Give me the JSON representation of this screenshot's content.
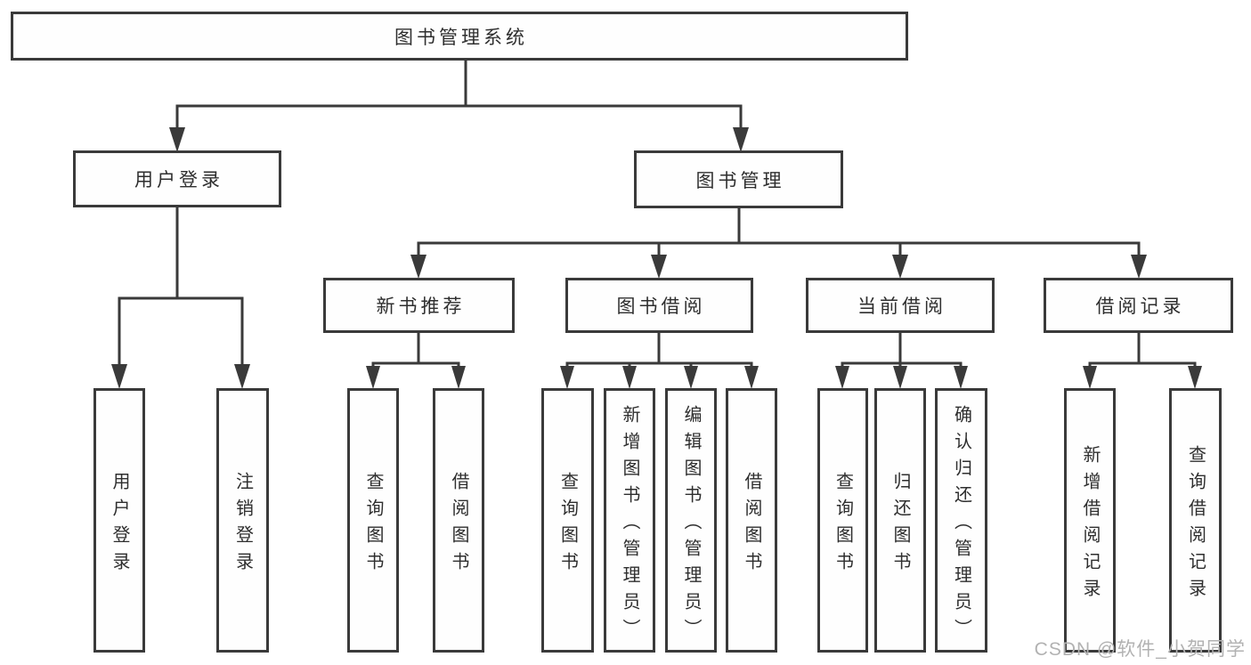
{
  "diagram": {
    "title_node": "图书管理系统",
    "level1": {
      "user_login": "用户登录",
      "book_management": "图书管理"
    },
    "level2": {
      "new_book_recommend": "新书推荐",
      "book_borrow": "图书借阅",
      "current_borrow": "当前借阅",
      "borrow_records": "借阅记录"
    },
    "login_children": [
      "用户登录",
      "注销登录"
    ],
    "recommend_children": [
      "查询图书",
      "借阅图书"
    ],
    "borrow_children": [
      "查询图书",
      "新增图书（管理员）",
      "编辑图书（管理员）",
      "借阅图书"
    ],
    "current_children": [
      "查询图书",
      "归还图书",
      "确认归还（管理员）"
    ],
    "record_children": [
      "新增借阅记录",
      "查询借阅记录"
    ]
  },
  "watermark": "CSDN @软件_小贺同学",
  "colors": {
    "line": "#3a3a3a",
    "text": "#2e2e2e",
    "watermark": "#b2b2b2",
    "background": "#ffffff"
  }
}
